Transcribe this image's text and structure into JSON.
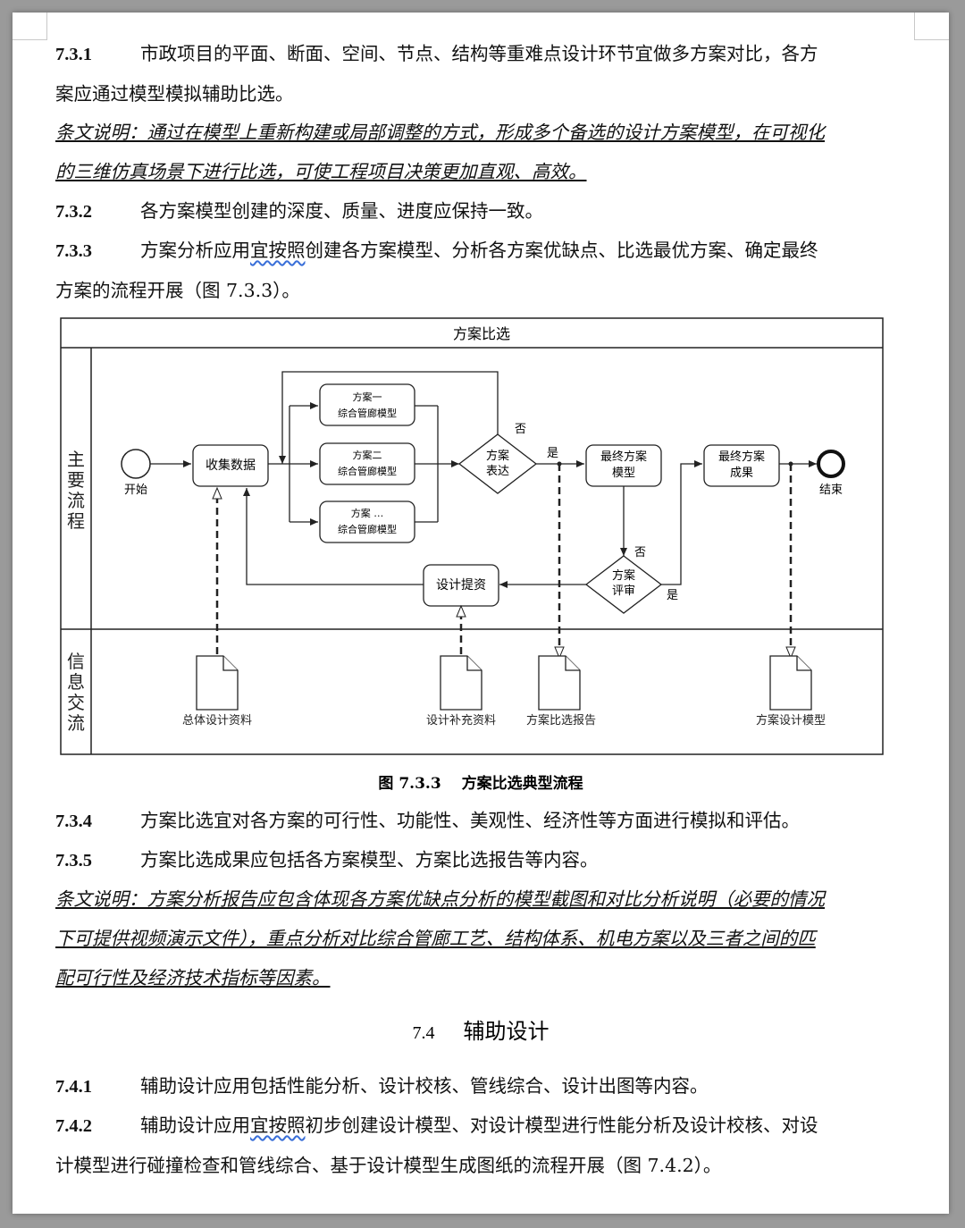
{
  "p731": {
    "num": "7.3.1",
    "text1": "市政项目的平面、断面、空间、节点、结构等重难点设计环节宜做多方案对比，各方",
    "text2": "案应通过模型模拟辅助比选。"
  },
  "note731": {
    "line1": "条文说明：通过在模型上重新构建或局部调整的方式，形成多个备选的设计方案模型，在可视化",
    "line2": "的三维仿真场景下进行比选，可使工程项目决策更加直观、高效。"
  },
  "p732": {
    "num": "7.3.2",
    "text": "各方案模型创建的深度、质量、进度应保持一致。"
  },
  "p733": {
    "num": "7.3.3",
    "pre": "方案分析应用",
    "sq": "宜按照",
    "post": "创建各方案模型、分析各方案优缺点、比选最优方案、确定最终",
    "line2": "方案的流程开展（图 7.3.3）。"
  },
  "diagram": {
    "title": "方案比选",
    "lane_main": "主要流程",
    "lane_info": "信息交流",
    "start": "开始",
    "collect": "收集数据",
    "plan1": [
      "方案一",
      "综合管廊模型"
    ],
    "plan2": [
      "方案二",
      "综合管廊模型"
    ],
    "plan3": [
      "方案 …",
      "综合管廊模型"
    ],
    "express": [
      "方案",
      "表达"
    ],
    "final_model": [
      "最终方案",
      "模型"
    ],
    "final_result": [
      "最终方案",
      "成果"
    ],
    "end": "结束",
    "review": [
      "方案",
      "评审"
    ],
    "submit": "设计提资",
    "yes": "是",
    "no": "否",
    "doc1": "总体设计资料",
    "doc2": "设计补充资料",
    "doc3": "方案比选报告",
    "doc4": "方案设计模型"
  },
  "caption": "图 7.3.3　 方案比选典型流程",
  "p734": {
    "num": "7.3.4",
    "text": "方案比选宜对各方案的可行性、功能性、美观性、经济性等方面进行模拟和评估。"
  },
  "p735": {
    "num": "7.3.5",
    "text": "方案比选成果应包括各方案模型、方案比选报告等内容。"
  },
  "note735": {
    "line1": "条文说明：方案分析报告应包含体现各方案优缺点分析的模型截图和对比分析说明（必要的情况",
    "line2": "下可提供视频演示文件），重点分析对比综合管廊工艺、结构体系、机电方案以及三者之间的匹",
    "line3": "配可行性及经济技术指标等因素。"
  },
  "heading": {
    "num": "7.4",
    "title": "辅助设计"
  },
  "p741": {
    "num": "7.4.1",
    "text": "辅助设计应用包括性能分析、设计校核、管线综合、设计出图等内容。"
  },
  "p742": {
    "num": "7.4.2",
    "pre": "辅助设计应用",
    "sq": "宜按照",
    "post": "初步创建设计模型、对设计模型进行性能分析及设计校核、对设",
    "line2": "计模型进行碰撞检查和管线综合、基于设计模型生成图纸的流程开展（图 7.4.2）。"
  }
}
